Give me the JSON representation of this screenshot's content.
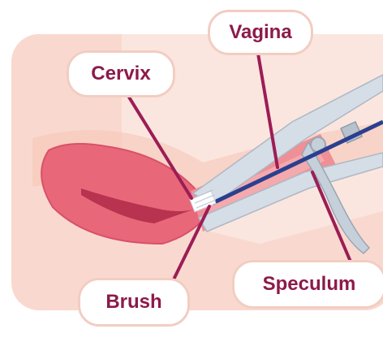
{
  "labels": {
    "vagina": "Vagina",
    "cervix": "Cervix",
    "brush": "Brush",
    "speculum": "Speculum"
  },
  "colors": {
    "background_panel": "#f9d9cf",
    "tissue_band": "#f3b6a7",
    "uterus": "#e8687a",
    "uterus_inner": "#ef8f96",
    "leader_line": "#9c1d55",
    "label_text": "#8c1a4a",
    "label_border": "#f2cdc2",
    "speculum_metal": "#d5dde6",
    "brush_handle": "#2a3f8f"
  }
}
